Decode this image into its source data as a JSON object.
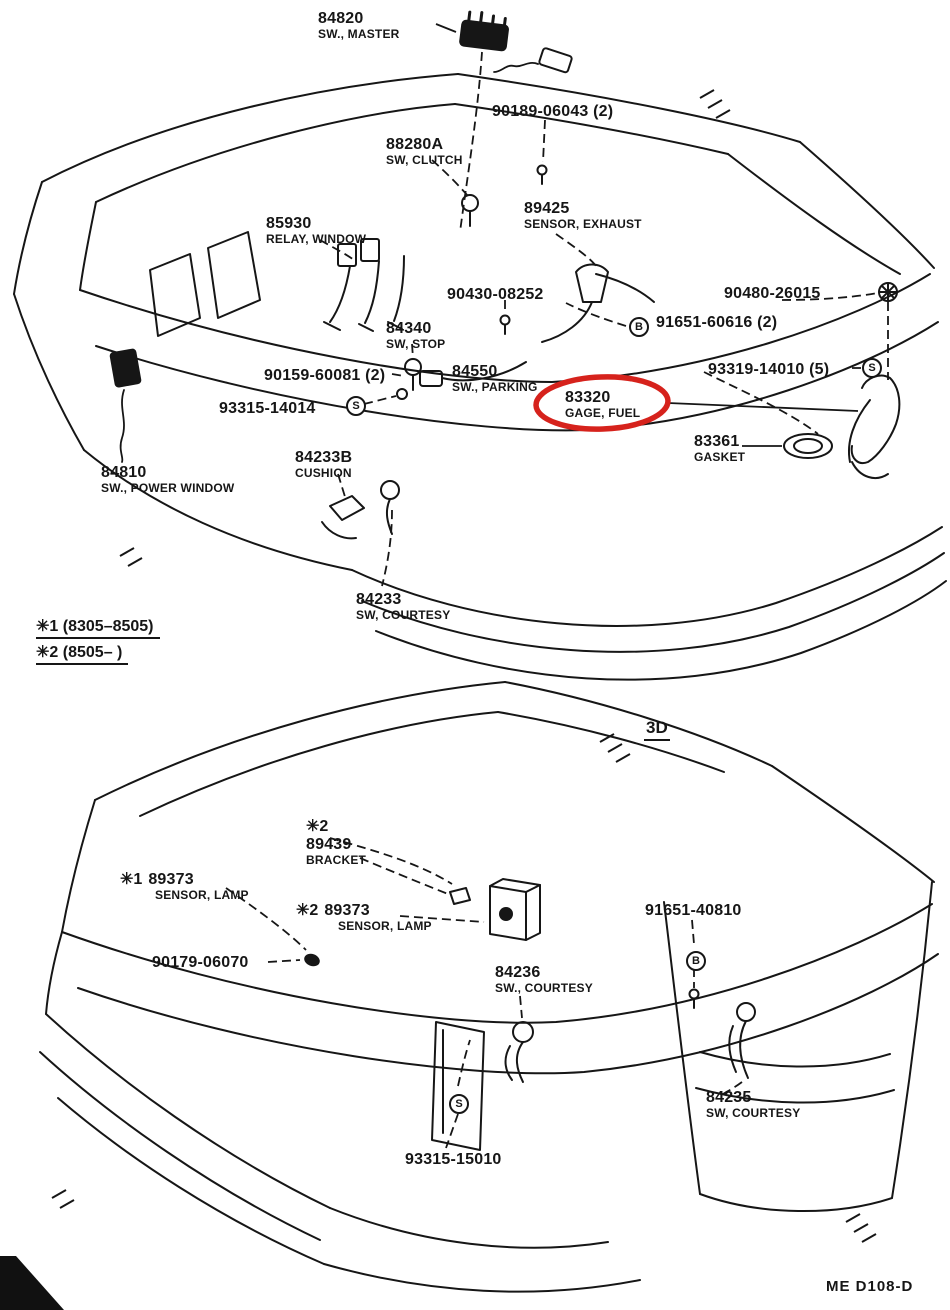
{
  "page": {
    "background": "#ffffff",
    "ink": "#161616",
    "highlight": "#d6221c"
  },
  "figure": {
    "view_label": "3D",
    "sheet_code": "ME D108-D"
  },
  "markers": {
    "s": "S",
    "b": "B"
  },
  "notes": {
    "n1": {
      "sym": "✳1",
      "text": "(8305–8505)"
    },
    "n2": {
      "sym": "✳2",
      "text": "(8505–        )"
    }
  },
  "labels": {
    "p84820": {
      "num": "84820",
      "desc": "SW., MASTER"
    },
    "p90189": {
      "num": "90189-06043 (2)"
    },
    "p88280a": {
      "num": "88280A",
      "desc": "SW, CLUTCH"
    },
    "p89425": {
      "num": "89425",
      "desc": "SENSOR, EXHAUST"
    },
    "p85930": {
      "num": "85930",
      "desc": "RELAY, WINDOW"
    },
    "p90430": {
      "num": "90430-08252"
    },
    "p90480": {
      "num": "90480-26015"
    },
    "p91651a": {
      "num": "91651-60616 (2)"
    },
    "p84340": {
      "num": "84340",
      "desc": "SW, STOP"
    },
    "p90159": {
      "num": "90159-60081 (2)"
    },
    "p84550": {
      "num": "84550",
      "desc": "SW., PARKING"
    },
    "p93319": {
      "num": "93319-14010 (5)"
    },
    "p93315a": {
      "num": "93315-14014"
    },
    "p83320": {
      "num": "83320",
      "desc": "GAGE, FUEL"
    },
    "p83361": {
      "num": "83361",
      "desc": "GASKET"
    },
    "p84233b": {
      "num": "84233B",
      "desc": "CUSHION"
    },
    "p84810": {
      "num": "84810",
      "desc": "SW., POWER WINDOW"
    },
    "p84233": {
      "num": "84233",
      "desc": "SW, COURTESY"
    },
    "p89439": {
      "sym": "✳2",
      "num": "89439",
      "desc": "BRACKET"
    },
    "p89373a": {
      "sym": "✳1",
      "num": "89373",
      "desc": "SENSOR, LAMP"
    },
    "p89373b": {
      "sym": "✳2",
      "num": "89373",
      "desc": "SENSOR, LAMP"
    },
    "p90179": {
      "num": "90179-06070"
    },
    "p84236": {
      "num": "84236",
      "desc": "SW., COURTESY"
    },
    "p91651b": {
      "num": "91651-40810"
    },
    "p93315b": {
      "num": "93315-15010"
    },
    "p84235": {
      "num": "84235",
      "desc": "SW, COURTESY"
    }
  }
}
